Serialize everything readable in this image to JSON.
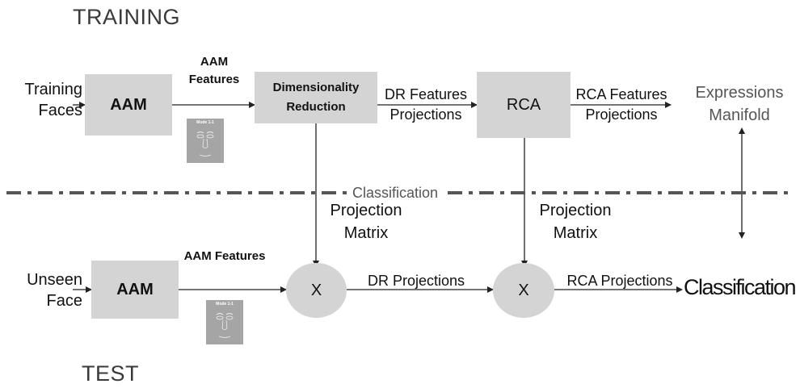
{
  "sections": {
    "training": "TRAINING",
    "test": "TEST"
  },
  "training": {
    "input": "Training Faces",
    "aam_box": "AAM",
    "aam_features": "AAM Features",
    "dr_box": "Dimensionality Reduction",
    "dr_output": "DR Features Projections",
    "rca_box": "RCA",
    "rca_output": "RCA Features Projections",
    "manifold": "Expressions Manifold"
  },
  "divider": {
    "label": "Classification"
  },
  "projections": {
    "dr": "Projection Matrix",
    "rca": "Projection Matrix"
  },
  "test": {
    "input": "Unseen Face",
    "aam_box": "AAM",
    "aam_features": "AAM Features",
    "mult1": "X",
    "dr_proj": "DR Projections",
    "mult2": "X",
    "rca_proj": "RCA Projections",
    "output": "Classification"
  },
  "thumbnail": {
    "caption": "Mode 1-1"
  },
  "colors": {
    "box_fill": "#d4d4d4",
    "divider": "#555555",
    "arrow": "#222222"
  }
}
